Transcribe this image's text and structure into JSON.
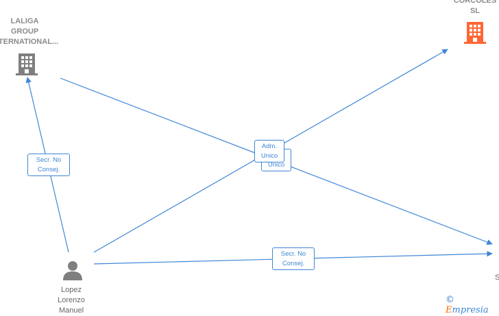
{
  "nodes": {
    "laliga": {
      "label_lines": [
        "LALIGA",
        "GROUP",
        "INTERNATIONAL..."
      ],
      "type": "company",
      "color": "#7f7f7f"
    },
    "corcoles": {
      "label_lines": [
        "CORCOLES",
        "SL"
      ],
      "type": "company",
      "color": "#ff6633"
    },
    "lopez": {
      "label_lines": [
        "Lopez",
        "Lorenzo",
        "Manuel"
      ],
      "type": "person",
      "color": "#7f7f7f"
    },
    "offscreen_right": {
      "label_lines": [
        "S"
      ],
      "type": "company"
    }
  },
  "edges": [
    {
      "from": "lopez",
      "to": "laliga",
      "label": "Secr.  No\nConsej."
    },
    {
      "from": "lopez",
      "to": "corcoles",
      "label": "Adm.\nUnico"
    },
    {
      "from": "laliga",
      "to": "offscreen_right",
      "label": "Adm.\nUnico"
    },
    {
      "from": "lopez",
      "to": "offscreen_right",
      "label": "Secr.  No\nConsej."
    }
  ],
  "brand": {
    "copyright": "©",
    "name": "mpresia",
    "initial": "E"
  },
  "colors": {
    "edge": "#3d85d6",
    "accent": "#ff6633"
  }
}
